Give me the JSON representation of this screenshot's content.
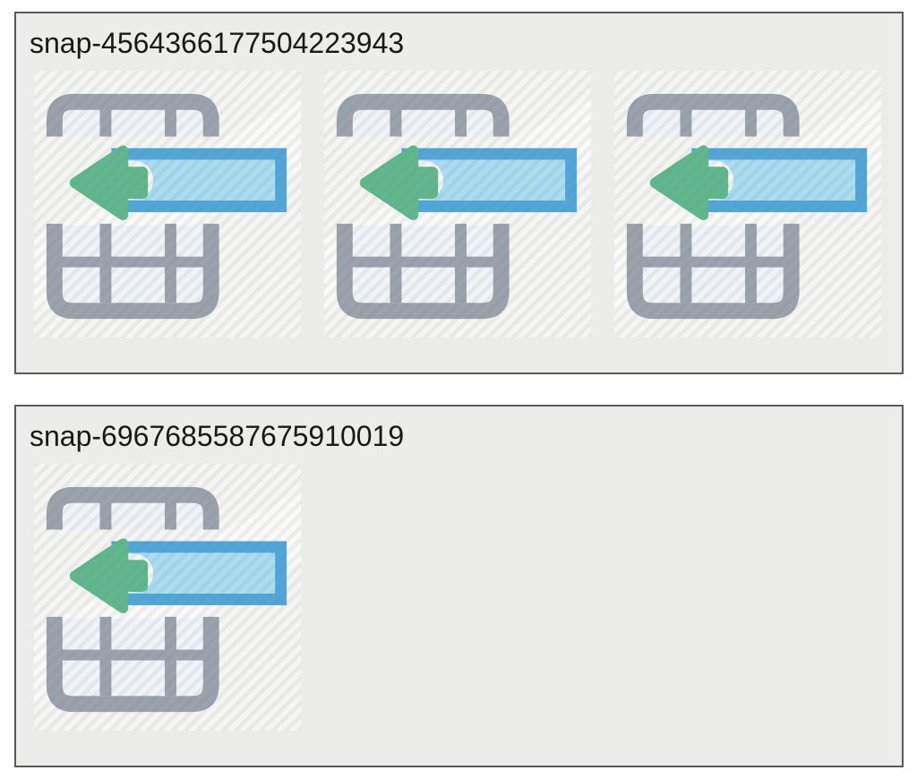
{
  "panels": [
    {
      "title": "snap-4564366177504223943",
      "icon_count": 3
    },
    {
      "title": "snap-6967685587675910019",
      "icon_count": 1
    }
  ],
  "icon_meta": {
    "name": "restore-table-row-from-snapshot-icon",
    "arrow_direction": "left"
  },
  "colors": {
    "page_background": "#ffffff",
    "panel_background": "#ececeb",
    "panel_border": "#595a5c",
    "title_text": "#191919",
    "tile_background": "#f5f5f4",
    "table_gray": "#9ba2ab",
    "table_cell_fill": "#f0f3f7",
    "row_bar_border_blue": "#4fa6d8",
    "row_bar_fill_blue": "#aaddf2",
    "arrow_green": "#5fb88c"
  }
}
